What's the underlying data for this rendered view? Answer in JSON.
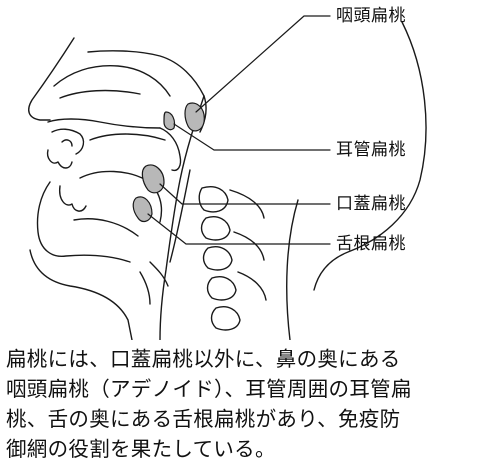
{
  "labels": {
    "pharyngeal": "咽頭扁桃",
    "tubal": "耳管扁桃",
    "palatine": "口蓋扁桃",
    "lingual": "舌根扁桃"
  },
  "caption": [
    "扁桃には、口蓋扁桃以外に、鼻の奥にある",
    "咽頭扁桃（アデノイド）、耳管周囲の耳管扁",
    "桃、舌の奥にある舌根扁桃があり、免疫防",
    "御網の役割を果たしている。"
  ],
  "colors": {
    "line": "#1a1a1a",
    "tonsil_fill": "#b8b8b8"
  }
}
